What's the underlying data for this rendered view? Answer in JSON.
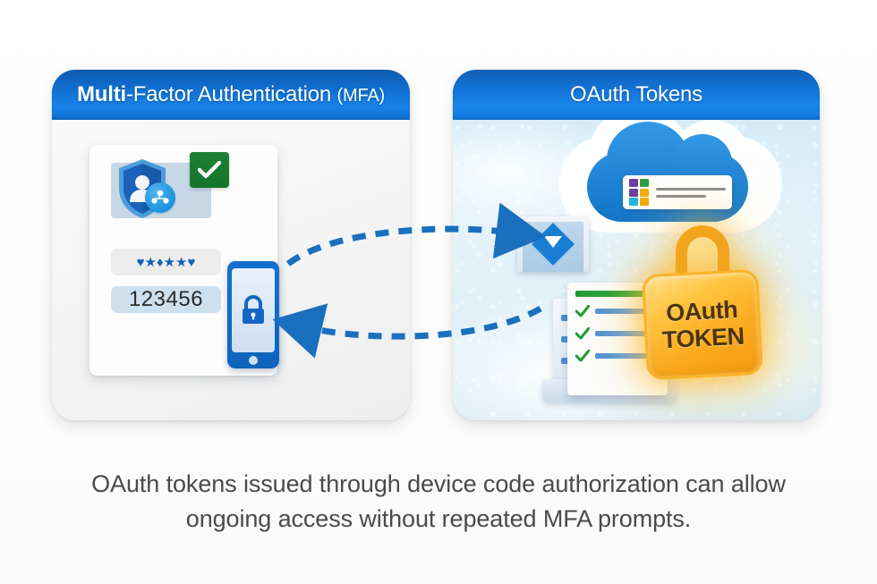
{
  "background_color": "#ffffff",
  "panels": [
    {
      "id": "mfa",
      "header": {
        "bold_part": "Multi",
        "regular_part": "-Factor Authentication ",
        "paren_part": "(MFA)",
        "full_title": "Multi-Factor Authentication (MFA)",
        "background_color": "#1070d2",
        "text_color": "#ffffff"
      },
      "illustration": {
        "shield_icon": "shield-person-icon",
        "group_badge_icon": "user-group-badge-icon",
        "status_icon": "green-checkmark-icon",
        "status_color": "#17782d",
        "password_field": {
          "masked_value": "♥★♦★★♥",
          "mask_char_count": 6,
          "field_color": "#ececec",
          "mask_color": "#1263b8"
        },
        "code_field": {
          "value": "123456",
          "field_color": "#cedfee",
          "text_color": "#2a2a2a"
        },
        "device_icon": "phone-with-lock-icon",
        "device_color": "#1470cf"
      }
    },
    {
      "id": "oauth",
      "header": {
        "full_title": "OAuth Tokens",
        "background_color": "#1a84ec",
        "text_color": "#ffffff"
      },
      "illustration": {
        "background": "sky-with-clouds",
        "cloud_icon": "cloud-icon",
        "cloud_color": "#1e86d8",
        "app_window_icon": "app-window-icon",
        "app_tiles": [
          "#6b3fa0",
          "#2da03f",
          "#1fb6dd",
          "#f2a900"
        ],
        "envelope_icon": "envelope-icon",
        "checklist_icon": "checklist-document-icon",
        "checklist_items": 3,
        "checkmark_color": "#1f9b34",
        "padlock": {
          "icon": "padlock-icon",
          "line1": "OAuth",
          "line2": "TOKEN",
          "body_color": "#fbb21d",
          "text_color": "#4d3411",
          "glow_color": "#ffb01e"
        }
      }
    }
  ],
  "arrows": [
    {
      "id": "mfa-to-oauth",
      "name": "top-dashed-arrow-right",
      "direction": "right",
      "style": "dashed-curved",
      "color": "#1a6fbf"
    },
    {
      "id": "oauth-to-mfa",
      "name": "bottom-dashed-arrow-left",
      "direction": "left",
      "style": "dashed-curved",
      "color": "#1a6fbf"
    }
  ],
  "caption": {
    "line1": "OAuth tokens issued through device code authorization can allow",
    "line2": "ongoing access without repeated MFA prompts.",
    "full_text": "OAuth tokens issued through device code authorization can allow ongoing access without repeated MFA prompts.",
    "text_color": "#4a4a4a"
  }
}
